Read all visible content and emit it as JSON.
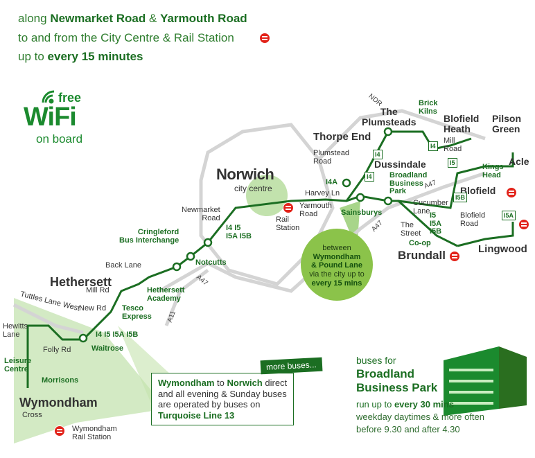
{
  "header": {
    "line1_pre": "along ",
    "road1": "Newmarket Road",
    "amp": " & ",
    "road2": "Yarmouth Road",
    "line2": "to and from the City Centre & Rail Station",
    "line3_pre": "up to ",
    "freq": "every 15 minutes"
  },
  "wifi": {
    "free": "free",
    "wifi": "WiFi",
    "onboard": "on board"
  },
  "places": {
    "norwich": "Norwich",
    "city_centre": "city centre",
    "rail_station": "Rail\nStation",
    "hethersett": "Hethersett",
    "wymondham": "Wymondham",
    "wymondham_cross": "Cross",
    "wymondham_rail": "Wymondham\nRail Station",
    "thorpe_end": "Thorpe End",
    "the_plumsteads": "The\nPlumsteads",
    "brick_kilns": "Brick\nKilns",
    "blofield_heath": "Blofield\nHeath",
    "pilson_green": "Pilson\nGreen",
    "mill_road": "Mill\nRoad",
    "dussindale": "Dussindale",
    "broadland_bp": "Broadland\nBusiness\nPark",
    "kings_head": "Kings\nHead",
    "acle": "Acle",
    "blofield": "Blofield",
    "blofield_road": "Blofield\nRoad",
    "lingwood": "Lingwood",
    "brundall": "Brundall",
    "coop": "Co-op",
    "the_street": "The\nStreet",
    "cucumber_lane": "Cucumber\nLane",
    "sainsburys": "Sainsburys",
    "harvey_ln": "Harvey Ln",
    "plumstead_road": "Plumstead\nRoad",
    "yarmouth_road": "Yarmouth\nRoad",
    "newmarket_road": "Newmarket\nRoad",
    "cringleford": "Cringleford\nBus Interchange",
    "notcutts": "Notcutts",
    "back_lane": "Back Lane",
    "mill_rd": "Mill Rd",
    "hethersett_academy": "Hethersett\nAcademy",
    "tesco": "Tesco\nExpress",
    "new_rd": "New Rd",
    "tuttles": "Tuttles Lane West",
    "hewitts": "Hewitts\nLane",
    "folly_rd": "Folly Rd",
    "waitrose": "Waitrose",
    "leisure": "Leisure\nCentre",
    "morrisons": "Morrisons"
  },
  "roads": {
    "ndr": "NDR",
    "a47_west": "A47",
    "a47_east": "A47",
    "a47_mid": "A47",
    "a11": "A11"
  },
  "routes": {
    "main": "I4 I5\nI5A I5B",
    "west": "I4  I5  I5A  I5B",
    "i4a": "I4A",
    "i4": "I4",
    "i5": "I5",
    "i5a": "I5A",
    "i5b": "I5B",
    "brundall": "I5\nI5A\nI5B",
    "lingwood": "I5A"
  },
  "circle_note": {
    "l1": "between",
    "l2": "Wymondham",
    "l3": "& Pound Lane",
    "l4": "via the city up to",
    "l5": "every 15 mins"
  },
  "wymondham_note": {
    "a": "Wymondham",
    "to": " to ",
    "b": "Norwich",
    "c": " direct",
    "l2": "and all evening & Sunday buses",
    "l3": "are operated by buses on",
    "l4": "Turquoise Line 13"
  },
  "more_buses": "more buses...",
  "bbp_panel": {
    "l1": "buses for",
    "l2": "Broadland",
    "l3": "Business Park",
    "l4_pre": "run up to ",
    "l4_b": "every 30 mins",
    "l5": "weekday daytimes & more often",
    "l6": "before 9.30 and after 4.30"
  },
  "colors": {
    "route_green": "#1b6e22",
    "light_green": "#a8d58a",
    "road_grey": "#d4d4d4",
    "rail_red": "#e2231a"
  }
}
